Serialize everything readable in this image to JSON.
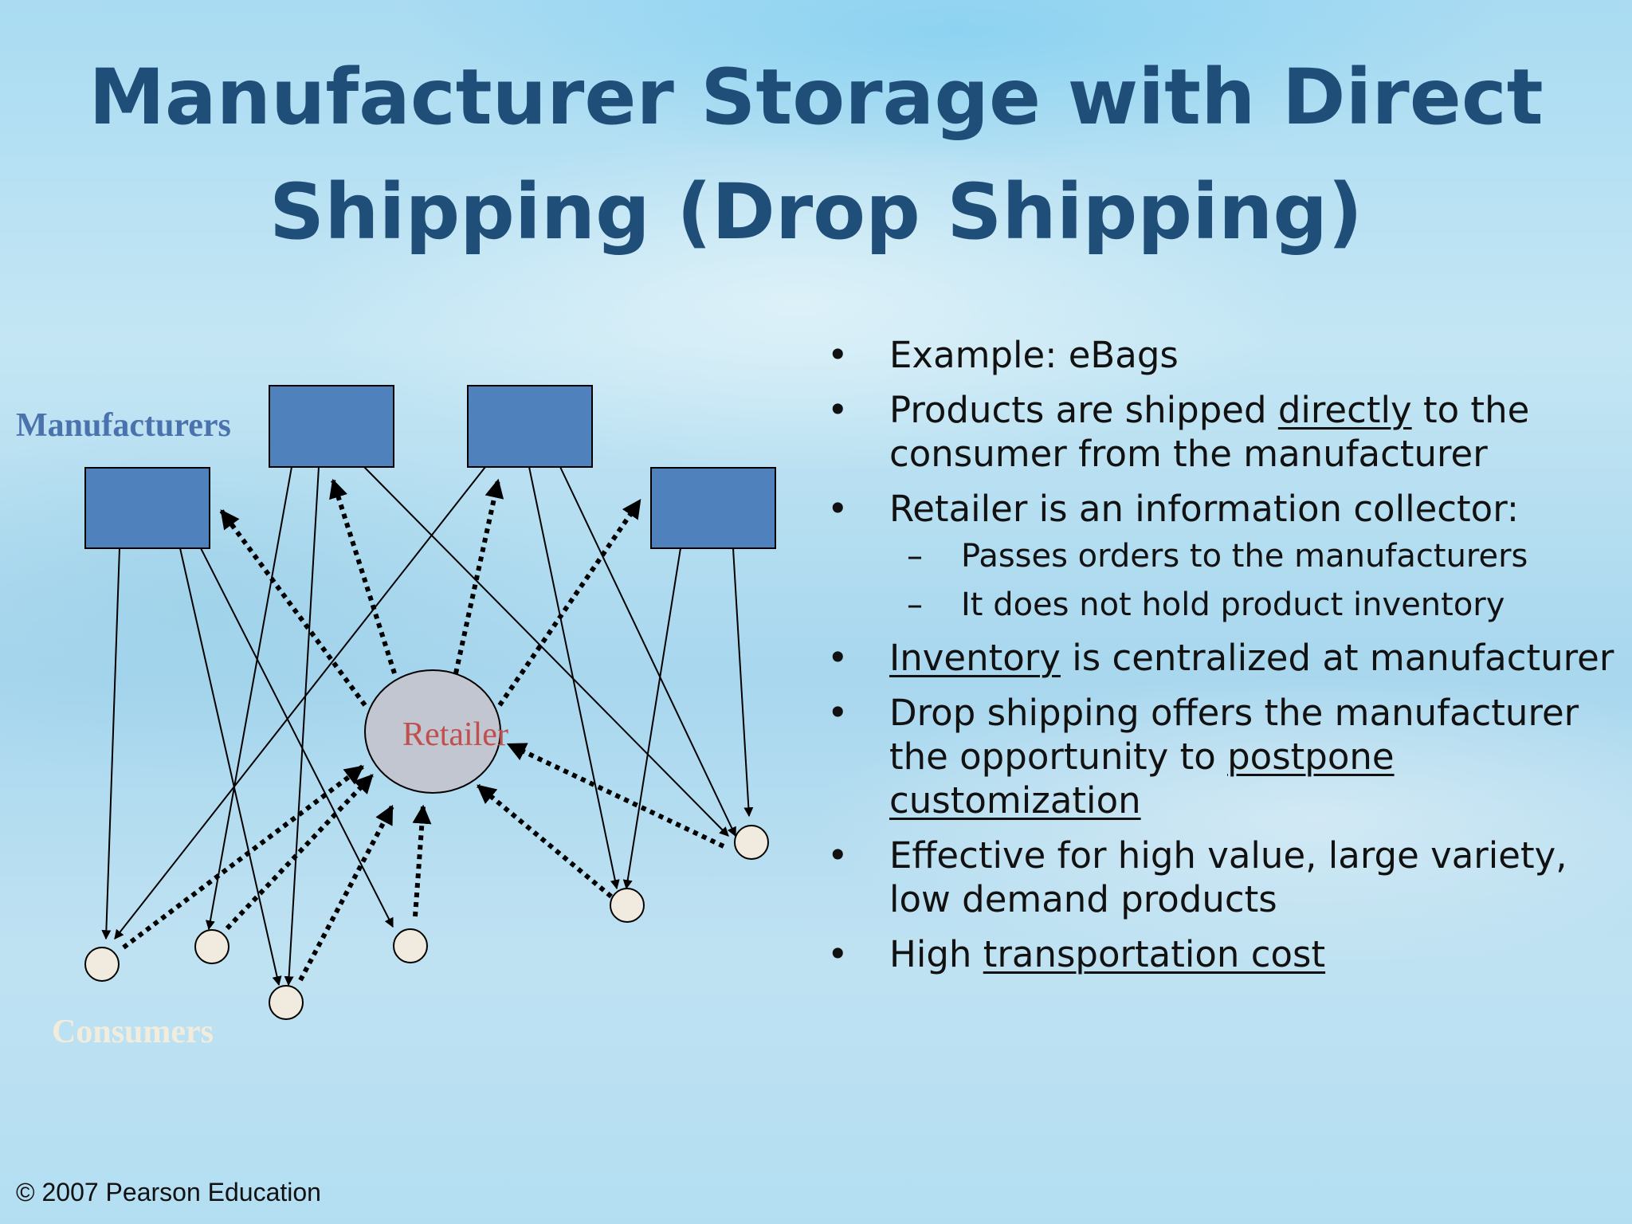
{
  "title": {
    "line1": "Manufacturer Storage with Direct",
    "line2": "Shipping (Drop Shipping)"
  },
  "diagram": {
    "manufacturers_label": "Manufacturers",
    "retailer_label": "Retailer",
    "consumers_label": "Consumers",
    "colors": {
      "manufacturer_fill": "#4f81bd",
      "manufacturers_label": "#4a72ad",
      "retailer_fill": "#c2c6d0",
      "retailer_label": "#c0504d",
      "consumer_fill": "#f0ebde",
      "consumers_label": "#f2ecdc"
    }
  },
  "bullets": {
    "b1": "Example: eBags",
    "b2_pre": "Products are shipped ",
    "b2_u": "directly",
    "b2_post": " to the consumer from the manufacturer",
    "b3": "Retailer is an information collector:",
    "b3_sub1": "Passes orders to the manufacturers",
    "b3_sub2": "It does not hold product inventory",
    "b4_u": "Inventory",
    "b4_post": " is centralized at manufacturer",
    "b5_pre": "Drop shipping offers the manufacturer the opportunity to ",
    "b5_u": "postpone customization",
    "b6": "Effective for high value, large variety, low demand products",
    "b7_pre": "High ",
    "b7_u": "transportation cost"
  },
  "footer": "© 2007 Pearson Education"
}
